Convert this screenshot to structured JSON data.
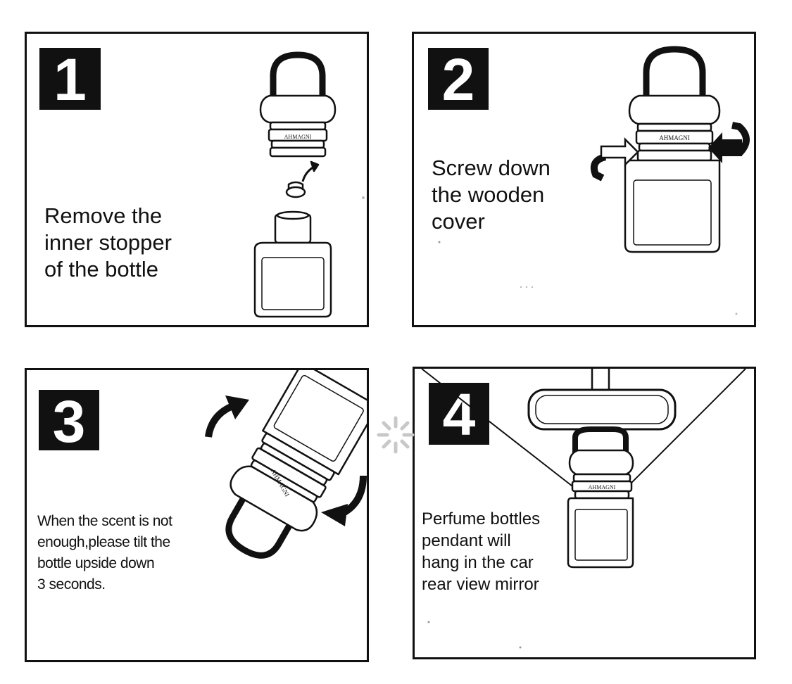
{
  "steps": [
    {
      "number": "1",
      "caption": [
        "Remove the",
        "inner stopper",
        "of the bottle"
      ],
      "brand_label": "AHMAGNI"
    },
    {
      "number": "2",
      "caption": [
        "Screw down",
        "the wooden",
        "cover"
      ],
      "brand_label": "AHMAGNI"
    },
    {
      "number": "3",
      "caption": [
        "When the scent is not",
        "enough,please tilt the",
        "bottle upside down",
        "3 seconds."
      ],
      "brand_label": "AHMAGNI"
    },
    {
      "number": "4",
      "caption": [
        "Perfume bottles",
        "pendant will",
        "hang in the car",
        "rear view mirror"
      ],
      "brand_label": "AHMAGNI"
    }
  ],
  "icons": {
    "loading": "loading-spinner-icon",
    "rotate": "rotate-arrow-icon"
  },
  "colors": {
    "ink": "#111111",
    "background": "#ffffff",
    "spinner": "#c8c8c8"
  }
}
